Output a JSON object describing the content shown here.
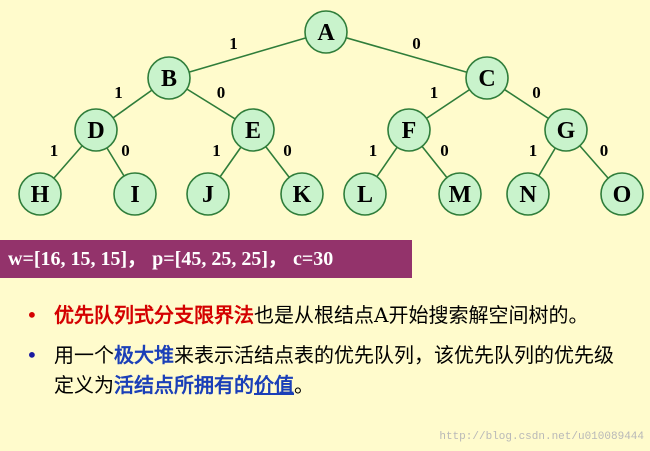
{
  "tree": {
    "nodes": [
      {
        "id": "A",
        "label": "A"
      },
      {
        "id": "B",
        "label": "B"
      },
      {
        "id": "C",
        "label": "C"
      },
      {
        "id": "D",
        "label": "D"
      },
      {
        "id": "E",
        "label": "E"
      },
      {
        "id": "F",
        "label": "F"
      },
      {
        "id": "G",
        "label": "G"
      },
      {
        "id": "H",
        "label": "H"
      },
      {
        "id": "I",
        "label": "I"
      },
      {
        "id": "J",
        "label": "J"
      },
      {
        "id": "K",
        "label": "K"
      },
      {
        "id": "L",
        "label": "L"
      },
      {
        "id": "M",
        "label": "M"
      },
      {
        "id": "N",
        "label": "N"
      },
      {
        "id": "O",
        "label": "O"
      }
    ],
    "edges": [
      {
        "from": "A",
        "to": "B",
        "label": "1"
      },
      {
        "from": "A",
        "to": "C",
        "label": "0"
      },
      {
        "from": "B",
        "to": "D",
        "label": "1"
      },
      {
        "from": "B",
        "to": "E",
        "label": "0"
      },
      {
        "from": "C",
        "to": "F",
        "label": "1"
      },
      {
        "from": "C",
        "to": "G",
        "label": "0"
      },
      {
        "from": "D",
        "to": "H",
        "label": "1"
      },
      {
        "from": "D",
        "to": "I",
        "label": "0"
      },
      {
        "from": "E",
        "to": "J",
        "label": "1"
      },
      {
        "from": "E",
        "to": "K",
        "label": "0"
      },
      {
        "from": "F",
        "to": "L",
        "label": "1"
      },
      {
        "from": "F",
        "to": "M",
        "label": "0"
      },
      {
        "from": "G",
        "to": "N",
        "label": "1"
      },
      {
        "from": "G",
        "to": "O",
        "label": "0"
      }
    ],
    "colors": {
      "node_fill": "#c9f3cc",
      "node_stroke": "#2f7d3a",
      "edge": "#2f7d3a"
    }
  },
  "params": {
    "text": "w=[16, 15, 15]， p=[45, 25, 25]， c=30",
    "bg": "#93336b"
  },
  "bullets": {
    "b1": {
      "marker": "•",
      "highlight": "优先队列式分支限界法",
      "rest": "也是从根结点A开始搜索解空间树的。"
    },
    "b2": {
      "marker": "•",
      "p1": "用一个",
      "h1": "极大堆",
      "p2": "来表示活结点表的优先队列，该优先队列的优先级定义为",
      "h2": "活结点所拥有的",
      "h3": "价值",
      "p3": "。"
    }
  },
  "watermark": "http://blog.csdn.net/u010089444",
  "colors": {
    "background": "#fffbcc",
    "red": "#d40000",
    "blue": "#1a3fb8"
  }
}
